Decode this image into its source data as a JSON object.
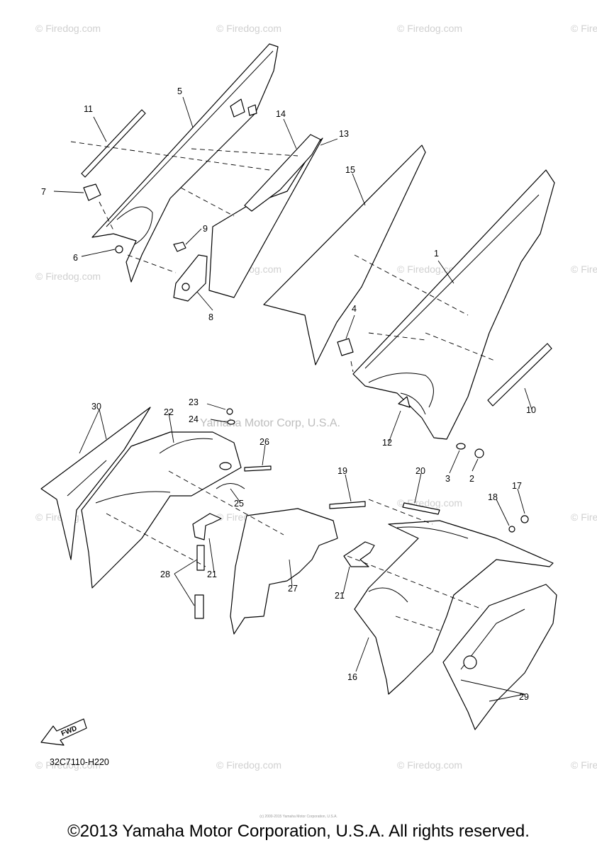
{
  "watermark": "© Firedog.com",
  "center_watermark": "Yamaha Motor Corp, U.S.A.",
  "drawing_ref": "32C7110-H220",
  "fwd_label": "FWD",
  "tiny_print": "(c) 2000-2015 Yamaha Motor Corporation, U.S.A.",
  "copyright": "©2013 Yamaha Motor Corporation, U.S.A. All rights reserved.",
  "callouts": [
    "1",
    "2",
    "3",
    "4",
    "5",
    "6",
    "7",
    "8",
    "9",
    "10",
    "11",
    "12",
    "13",
    "14",
    "15",
    "16",
    "17",
    "18",
    "19",
    "20",
    "21",
    "21",
    "22",
    "23",
    "24",
    "25",
    "26",
    "27",
    "28",
    "29",
    "30"
  ]
}
